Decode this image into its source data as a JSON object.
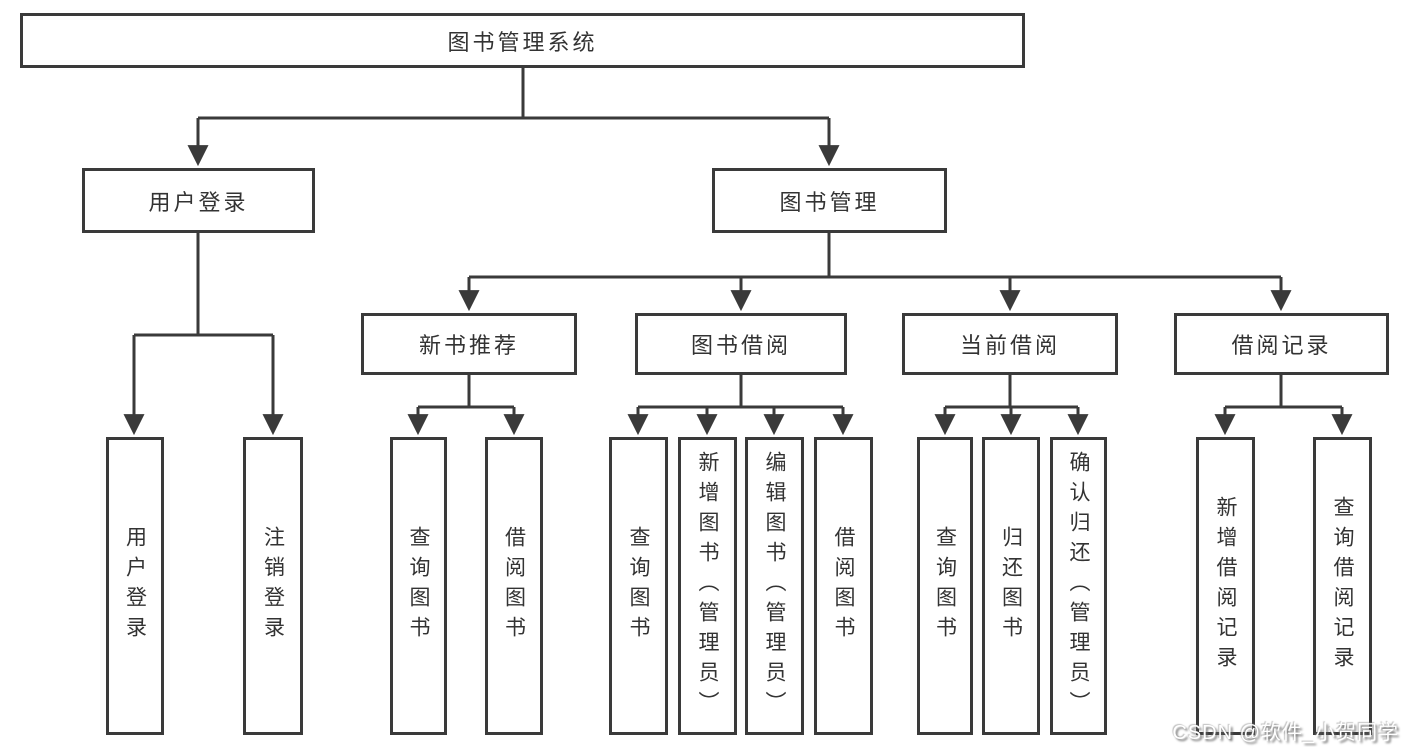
{
  "diagram": {
    "root": {
      "label": "图书管理系统"
    },
    "level2": {
      "user_login": {
        "label": "用户登录"
      },
      "book_mgmt": {
        "label": "图书管理"
      }
    },
    "level3": {
      "new_book_rec": {
        "label": "新书推荐"
      },
      "book_borrow": {
        "label": "图书借阅"
      },
      "current_borrow": {
        "label": "当前借阅"
      },
      "borrow_record": {
        "label": "借阅记录"
      }
    },
    "leaves": {
      "user_login": [
        "用户登录",
        "注销登录"
      ],
      "new_book_rec": [
        "查询图书",
        "借阅图书"
      ],
      "book_borrow": [
        "查询图书",
        "新增图书（管理员）",
        "编辑图书（管理员）",
        "借阅图书"
      ],
      "current_borrow": [
        "查询图书",
        "归还图书",
        "确认归还（管理员）"
      ],
      "borrow_record": [
        "新增借阅记录",
        "查询借阅记录"
      ]
    }
  },
  "watermark": {
    "text": "CSDN @软件_小贺同学"
  },
  "colors": {
    "line": "#3a3a3a",
    "text": "#333333",
    "background": "#ffffff",
    "watermark_text": "#ffffff",
    "watermark_shadow": "#5f5f5f"
  }
}
